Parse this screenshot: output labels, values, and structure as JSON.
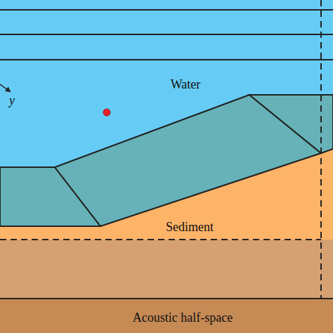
{
  "diagram": {
    "labels": [
      "y",
      "Water",
      "Sediment",
      "Acoustic half-space"
    ]
  }
}
